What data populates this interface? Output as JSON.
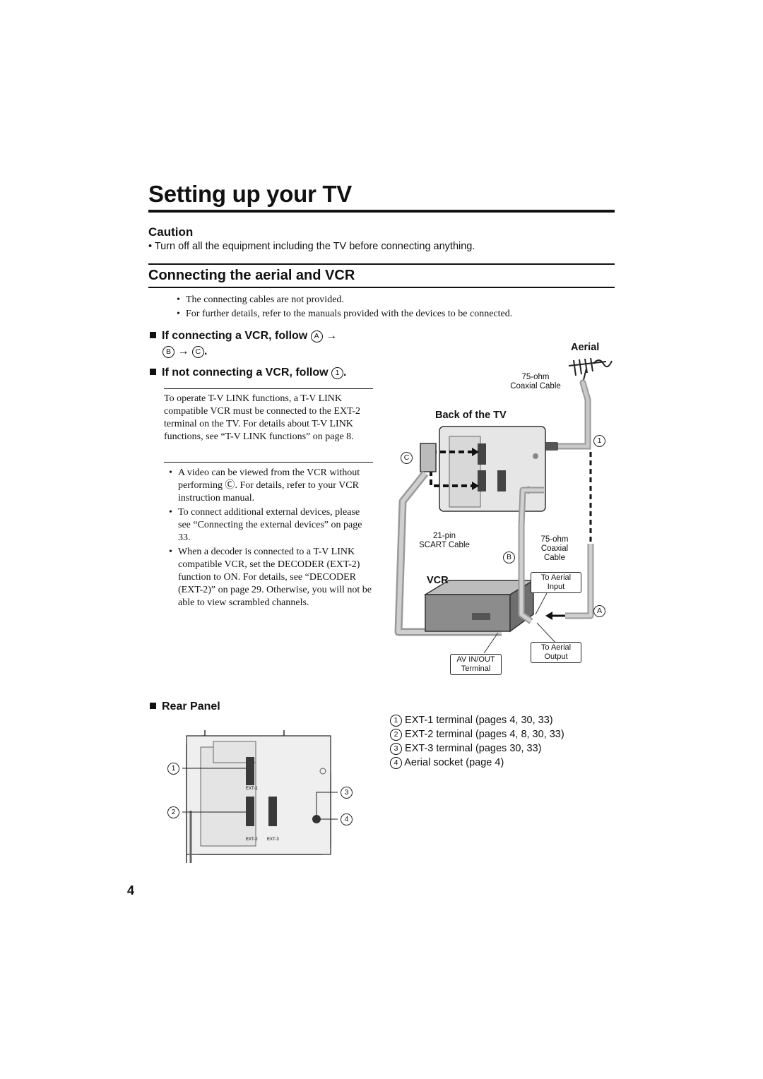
{
  "page": {
    "title": "Setting up your TV",
    "number": "4"
  },
  "caution": {
    "heading": "Caution",
    "text": "• Turn off all the equipment including the TV before connecting anything."
  },
  "section": {
    "title": "Connecting the aerial and VCR",
    "bullets": [
      "The connecting cables are not provided.",
      "For further details, refer to the manuals provided with the devices to be connected."
    ]
  },
  "steps": {
    "vcr_prefix": "If connecting a VCR, follow",
    "vcr_a": "A",
    "vcr_b": "B",
    "vcr_c": "C",
    "arrow": "→",
    "novcr_prefix": "If not connecting a VCR, follow",
    "novcr_num": "1",
    "period": "."
  },
  "note": {
    "text": "To operate T-V LINK functions, a T-V LINK compatible VCR must be connected to the EXT-2 terminal on the TV. For details about T-V LINK functions, see “T-V LINK functions” on page 8."
  },
  "tips": [
    "A video can be viewed from the VCR without performing Ⓒ. For details, refer to your VCR instruction manual.",
    "To connect additional external devices, please see “Connecting the external devices” on page 33.",
    "When a decoder is connected to a T-V LINK compatible VCR, set the DECODER (EXT-2) function to ON. For details, see “DECODER (EXT-2)” on page 29. Otherwise, you will not be able to view scrambled channels."
  ],
  "diagram": {
    "aerial": "Aerial",
    "coax_top_1": "75-ohm",
    "coax_top_2": "Coaxial Cable",
    "back_of_tv": "Back of the TV",
    "scart_1": "21-pin",
    "scart_2": "SCART Cable",
    "coax_mid_1": "75-ohm",
    "coax_mid_2": "Coaxial",
    "coax_mid_3": "Cable",
    "vcr": "VCR",
    "aerial_in_1": "To Aerial",
    "aerial_in_2": "Input",
    "aerial_out_1": "To Aerial",
    "aerial_out_2": "Output",
    "avinout_1": "AV IN/OUT",
    "avinout_2": "Terminal",
    "mark_a": "A",
    "mark_b": "B",
    "mark_c": "C",
    "mark_1": "1",
    "panel_ext1": "EXT-1",
    "panel_ext2": "EXT-2",
    "panel_ext3": "EXT-3"
  },
  "rear_panel": {
    "heading": "Rear Panel",
    "callouts": [
      "1",
      "2",
      "3",
      "4"
    ],
    "legend": [
      {
        "num": "1",
        "text": "EXT-1 terminal (pages 4, 30, 33)"
      },
      {
        "num": "2",
        "text": "EXT-2 terminal (pages 4, 8, 30, 33)"
      },
      {
        "num": "3",
        "text": "EXT-3 terminal (pages 30, 33)"
      },
      {
        "num": "4",
        "text": "Aerial socket (page 4)"
      }
    ]
  }
}
